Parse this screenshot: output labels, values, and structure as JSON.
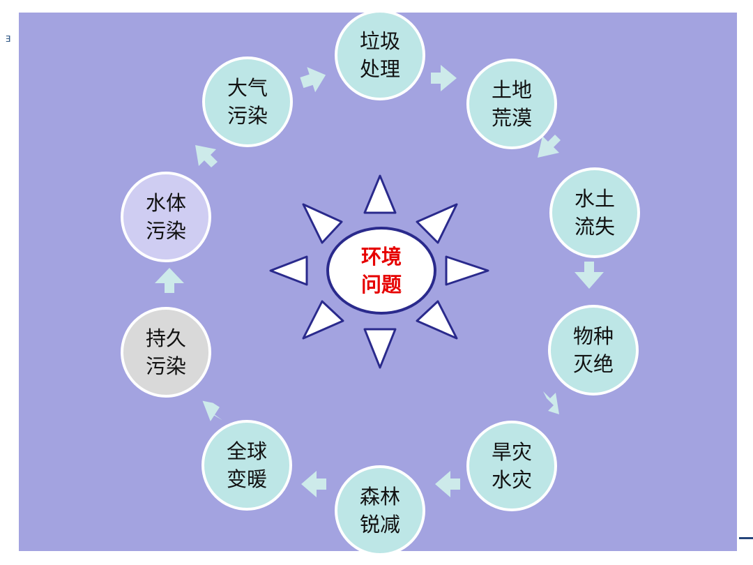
{
  "center": {
    "line1": "环境",
    "line2": "问题",
    "color": "#e60000"
  },
  "nodes": [
    {
      "line1": "垃圾",
      "line2": "处理",
      "color": "#bde6e6"
    },
    {
      "line1": "土地",
      "line2": "荒漠",
      "color": "#bde6e6"
    },
    {
      "line1": "水土",
      "line2": "流失",
      "color": "#bde6e6"
    },
    {
      "line1": "物种",
      "line2": "灭绝",
      "color": "#bde6e6"
    },
    {
      "line1": "旱灾",
      "line2": "水灾",
      "color": "#bde6e6"
    },
    {
      "line1": "森林",
      "line2": "锐减",
      "color": "#bde6e6"
    },
    {
      "line1": "全球",
      "line2": "变暖",
      "color": "#bde6e6"
    },
    {
      "line1": "持久",
      "line2": "污染",
      "color": "#d9d9d9"
    },
    {
      "line1": "水体",
      "line2": "污染",
      "color": "#cfcdf2"
    },
    {
      "line1": "大气",
      "line2": "污染",
      "color": "#bde6e6"
    }
  ],
  "colors": {
    "background": "#a3a3e0",
    "arrow": "#cdeaea",
    "ray_stroke": "#2a2a8c"
  }
}
